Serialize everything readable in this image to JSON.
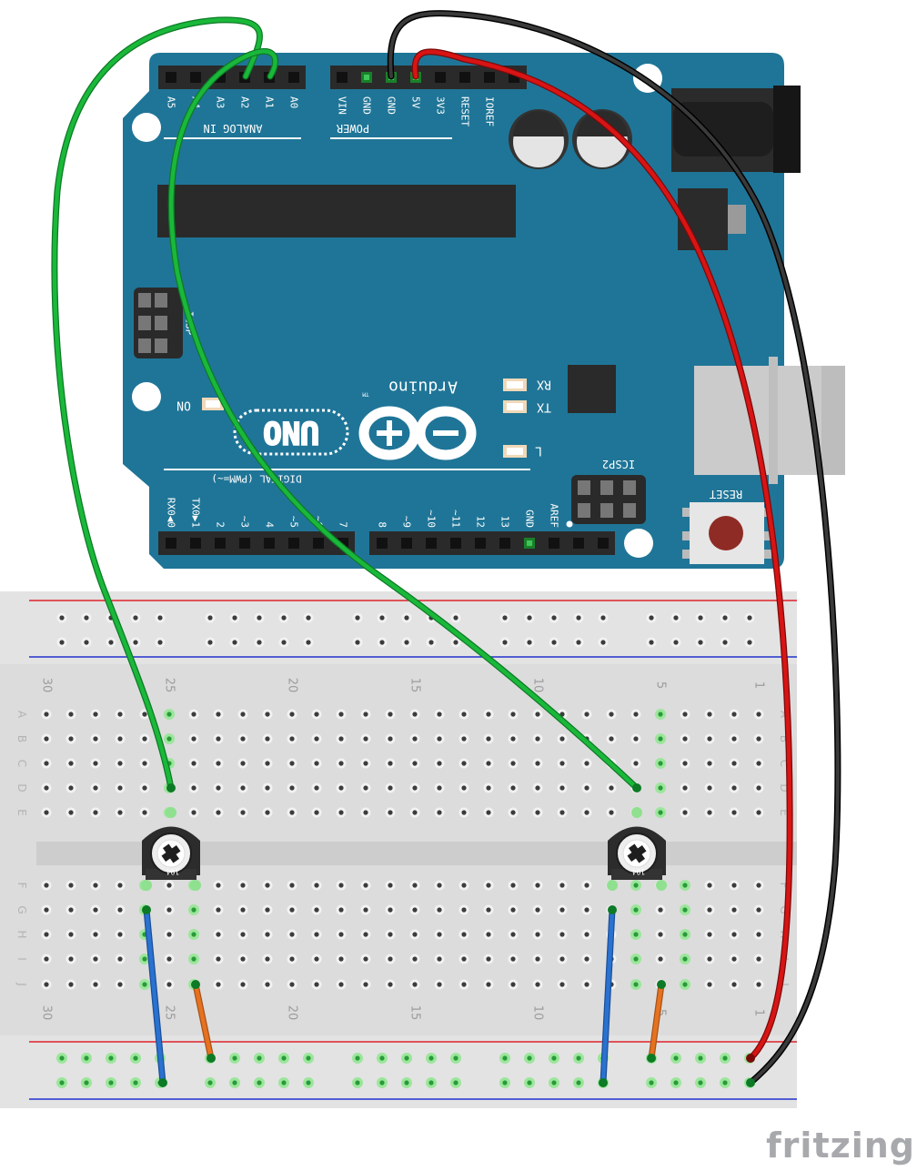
{
  "watermark": "fritzing",
  "arduino": {
    "logo_text": "Arduino",
    "logo_tm": "TM",
    "model_text": "UNO",
    "analog_in_label": "ANALOG IN",
    "power_label": "POWER",
    "digital_label": "DIGITAL (PWM=~)",
    "analog_pins": [
      "A5",
      "A4",
      "A3",
      "A2",
      "A1",
      "A0"
    ],
    "power_pins": [
      "VIN",
      "GND",
      "GND",
      "5V",
      "3V3",
      "RESET",
      "IOREF"
    ],
    "digital_pins_left": [
      "RX0◀0",
      "TX0▶1",
      "2",
      "~3",
      "4",
      "~5",
      "~6",
      "7"
    ],
    "digital_pins_right": [
      "8",
      "~9",
      "~10",
      "~11",
      "12",
      "13",
      "GND",
      "AREF"
    ],
    "led_on": "ON",
    "led_rx": "RX",
    "led_tx": "TX",
    "led_l": "L",
    "icsp_label": "ICSP",
    "icsp2_label": "ICSP2",
    "reset_label": "RESET",
    "board_color": "#1f7597"
  },
  "breadboard": {
    "column_numbers": [
      "30",
      "25",
      "20",
      "15",
      "10",
      "5",
      "1"
    ],
    "row_letters_top": [
      "A",
      "B",
      "C",
      "D",
      "E"
    ],
    "row_letters_bottom": [
      "F",
      "G",
      "H",
      "I",
      "J"
    ],
    "rail_red": "#e0222b",
    "rail_blue": "#2233cc"
  },
  "components": [
    {
      "type": "trimmer potentiometer",
      "marking": "104"
    },
    {
      "type": "trimmer potentiometer",
      "marking": "104"
    }
  ],
  "wires": {
    "green": "#1ab83a",
    "black": "#222222",
    "red": "#d81414",
    "blue": "#2a72d0",
    "orange": "#e6721f"
  }
}
